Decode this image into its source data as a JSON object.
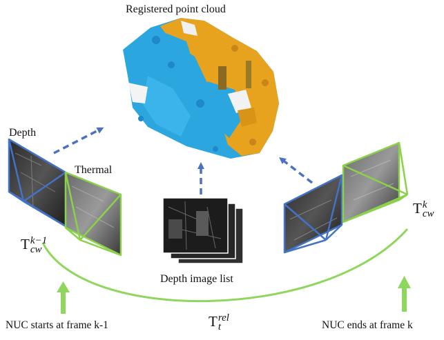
{
  "labels": {
    "title": "Registered point cloud",
    "depth": "Depth",
    "thermal": "Thermal",
    "depth_list": "Depth image list",
    "nuc_start": "NUC starts at frame k-1",
    "nuc_end": "NUC ends at frame k"
  },
  "math": {
    "T": "T",
    "kminus_sup": "k−1",
    "kminus_sub": "cw",
    "k_sup": "k",
    "k_sub": "cw",
    "rel_sup": "rel",
    "rel_sub": "t"
  },
  "colors": {
    "depth_frustum": "#4472C4",
    "thermal_frustum": "#8BD14A",
    "arrow_blue": "#4A72C0",
    "arrow_green": "#8FD65C",
    "cloud_blue": "#29A8E0",
    "cloud_orange": "#E8A21A"
  }
}
